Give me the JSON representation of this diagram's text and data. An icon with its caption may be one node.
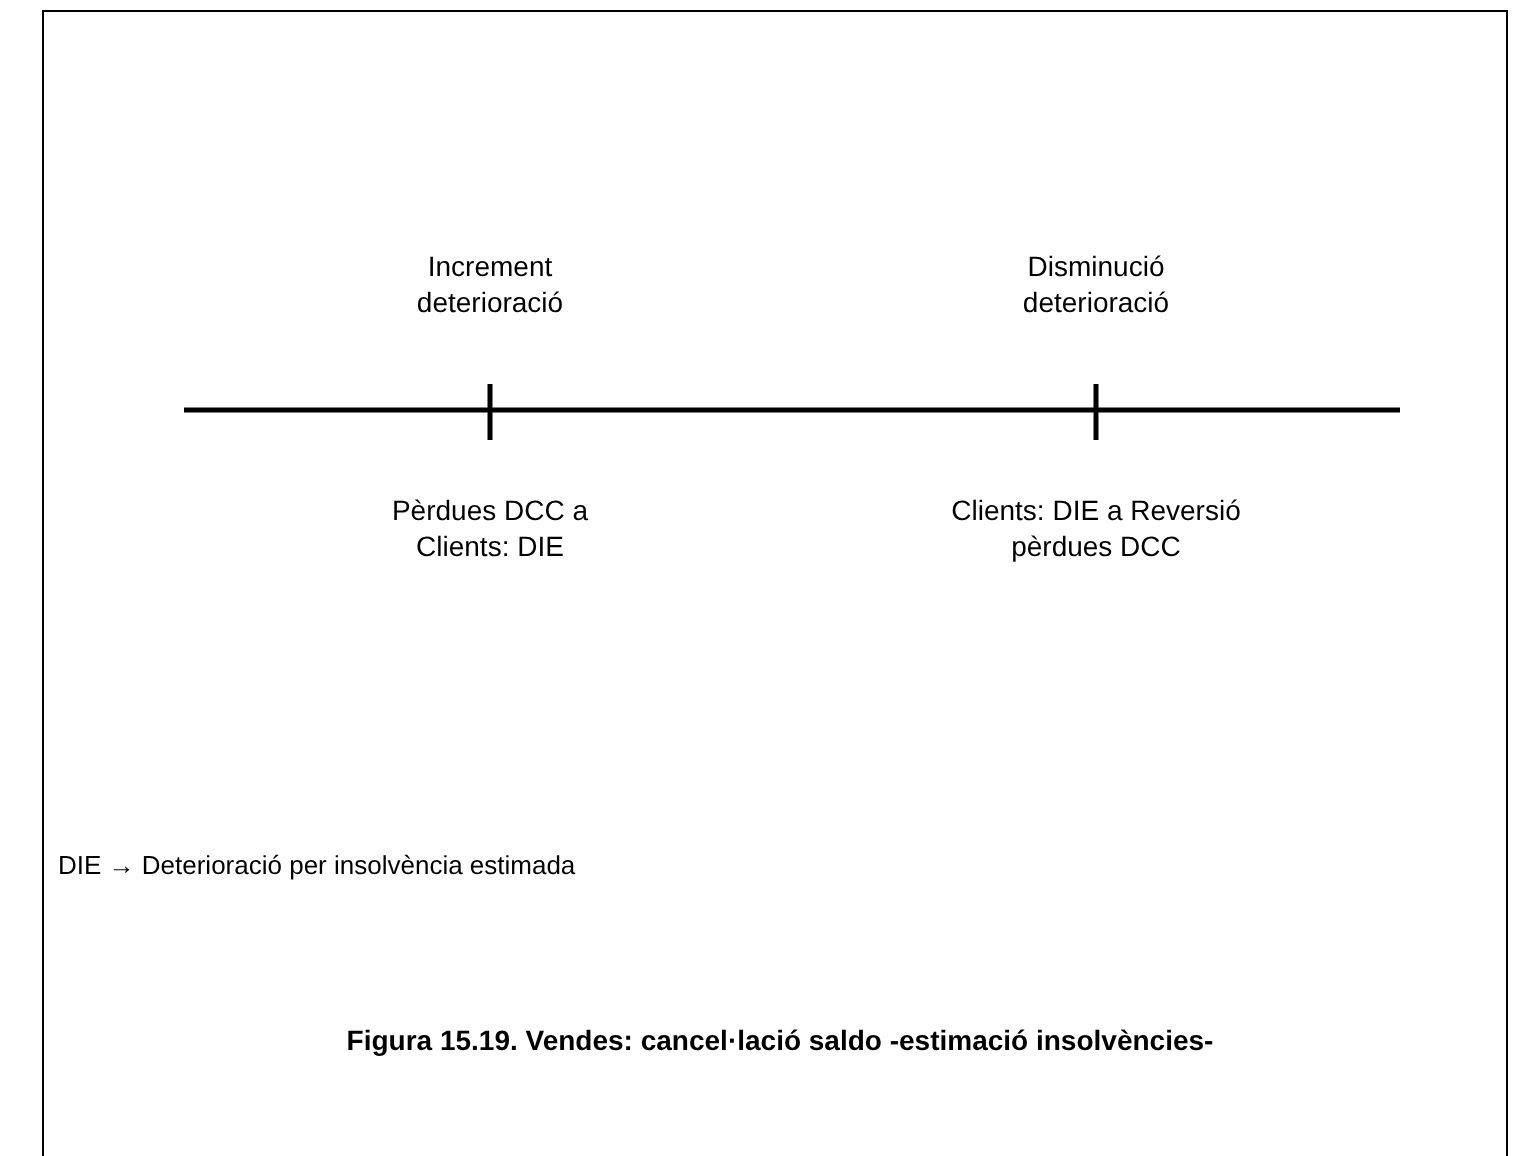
{
  "diagram": {
    "caption": "Figura 15.19. Vendes: cancel·lació saldo -estimació insolvències-",
    "labels": [
      "Increment deterioració",
      "Disminució deterioració",
      "Pèrdues DCC a Clients: DIE",
      "Clients: DIE a Reversió pèrdues DCC",
      "DIE → Deterioració per insolvència estimada"
    ]
  }
}
